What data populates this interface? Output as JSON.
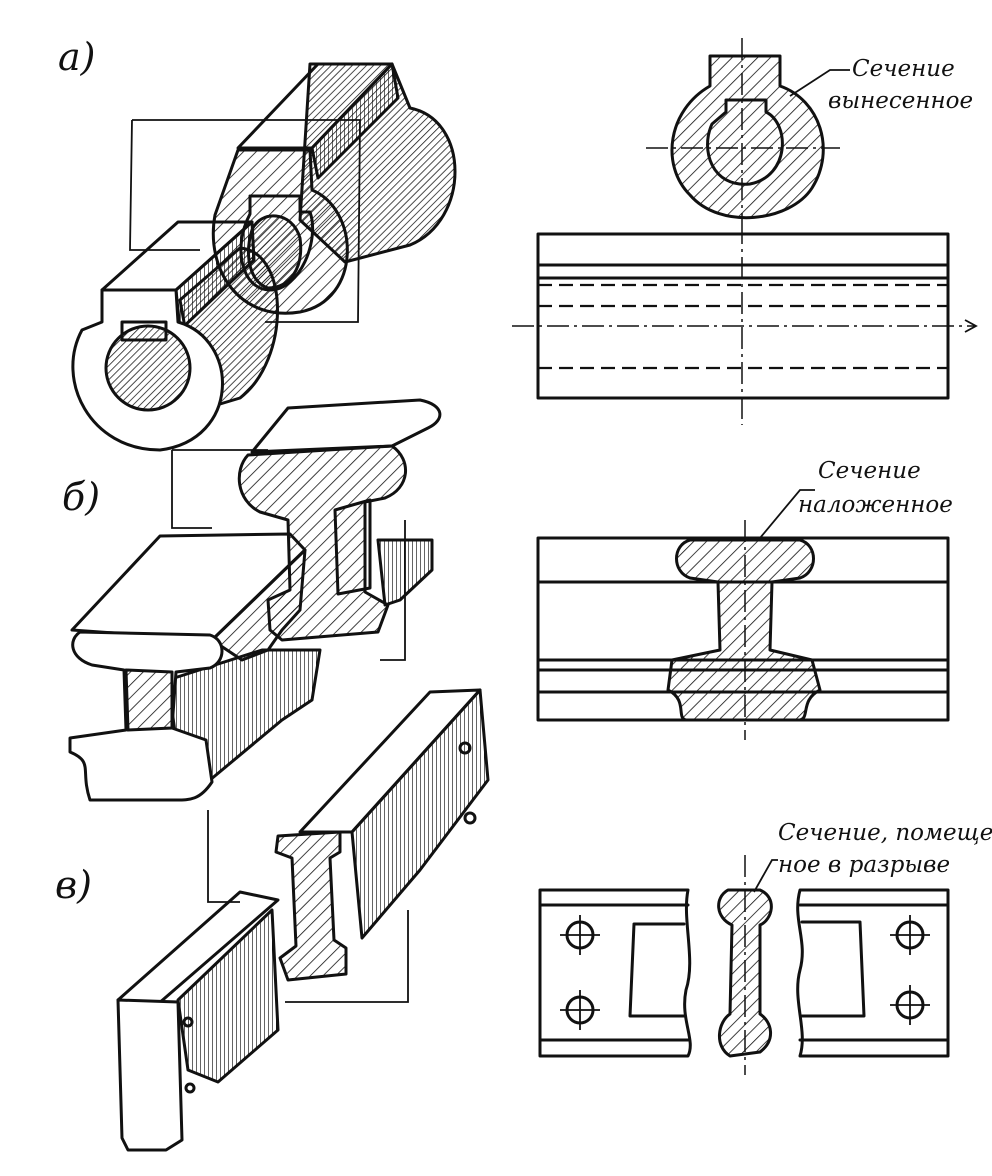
{
  "figure": {
    "labels": {
      "a": "а)",
      "b": "б)",
      "v": "в)"
    },
    "captions": {
      "removed_line1": "Сечение",
      "removed_line2": "вынесенное",
      "superimposed_line1": "Сечение",
      "superimposed_line2": "наложенное",
      "inbreak_line1": "Сечение, помещен",
      "inbreak_line2": "ное в разрыве"
    }
  }
}
